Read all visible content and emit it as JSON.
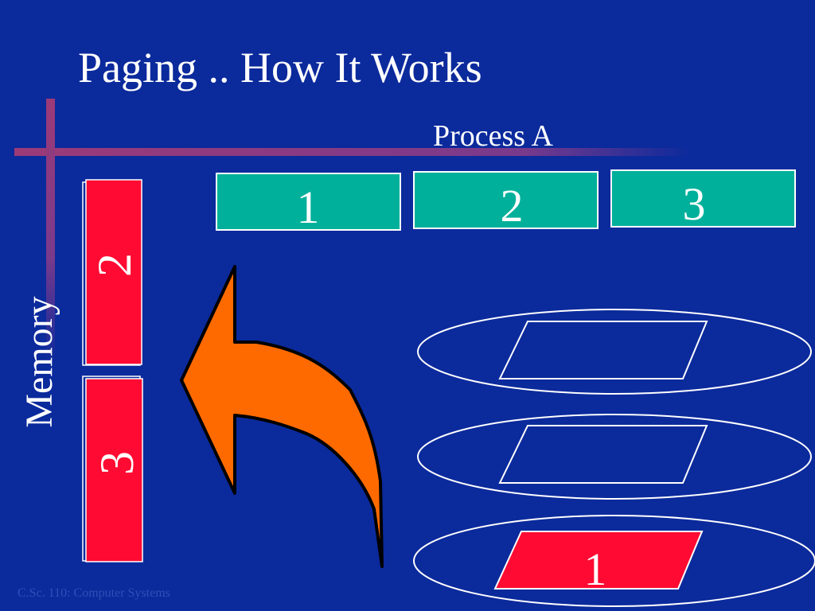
{
  "slide": {
    "title": "Paging .. How It Works",
    "footer": "C.Sc. 110: Computer Systems"
  },
  "process": {
    "label": "Process A",
    "pages": [
      {
        "label": "1"
      },
      {
        "label": "2"
      },
      {
        "label": "3"
      }
    ]
  },
  "memory": {
    "label": "Memory",
    "frames": [
      {
        "label": "2"
      },
      {
        "label": "3"
      }
    ]
  },
  "swap": {
    "slots": [
      {
        "label": ""
      },
      {
        "label": ""
      },
      {
        "label": "1"
      }
    ]
  },
  "colors": {
    "background": "#0b2a9c",
    "page_fill": "#00b09a",
    "frame_fill": "#ff0a32",
    "arrow_fill": "#ff6a00",
    "accent_line": "#9c3a78"
  },
  "icons": {
    "arrow": "curved-up-left-arrow-icon"
  }
}
